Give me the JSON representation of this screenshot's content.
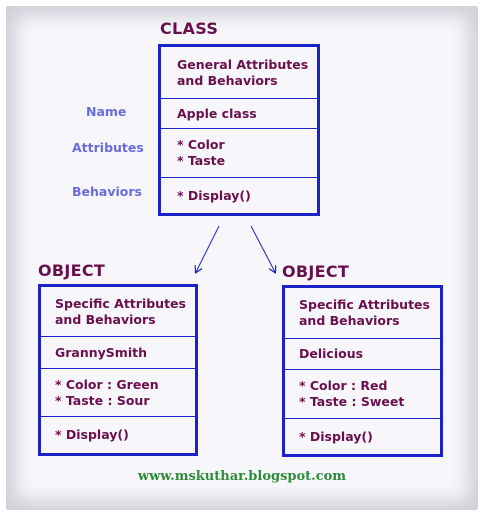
{
  "class_heading": "CLASS",
  "side_labels": {
    "name": "Name",
    "attributes": "Attributes",
    "behaviors": "Behaviors"
  },
  "class_box": {
    "header_line1": "General Attributes",
    "header_line2": "and Behaviors",
    "name": "Apple class",
    "attr1": "* Color",
    "attr2": "* Taste",
    "behavior": "* Display()"
  },
  "objects": [
    {
      "heading": "OBJECT",
      "header_line1": "Specific Attributes",
      "header_line2": "and Behaviors",
      "name": "GrannySmith",
      "attr1": "* Color : Green",
      "attr2": "* Taste : Sour",
      "behavior": "* Display()"
    },
    {
      "heading": "OBJECT",
      "header_line1": "Specific Attributes",
      "header_line2": "and Behaviors",
      "name": "Delicious",
      "attr1": "* Color : Red",
      "attr2": "* Taste : Sweet",
      "behavior": "* Display()"
    }
  ],
  "footer": "www.mskuthar.blogspot.com"
}
